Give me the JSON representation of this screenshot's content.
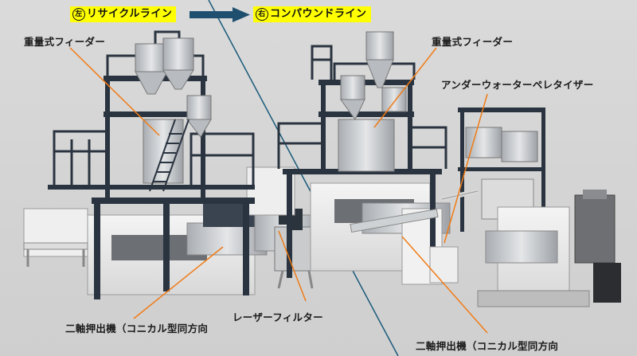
{
  "header": {
    "left_line": {
      "marker": "左",
      "text": "リサイクルライン"
    },
    "right_line": {
      "marker": "右",
      "text": "コンパウンドライン"
    }
  },
  "callouts": [
    {
      "id": "left-feeder",
      "text": "重量式フィーダー"
    },
    {
      "id": "right-feeder",
      "text": "重量式フィーダー"
    },
    {
      "id": "pelletizer",
      "text": "アンダーウォーターペレタイザー"
    },
    {
      "id": "laser-filter",
      "text": "レーザーフィルター"
    },
    {
      "id": "left-extruder",
      "text": "二軸押出機（コニカル型同方向"
    },
    {
      "id": "right-extruder",
      "text": "二軸押出機（コニカル型同方向"
    }
  ],
  "colors": {
    "highlight": "#ffff00",
    "leader": "#f07b16",
    "divider": "#1a5a7a",
    "frame": "#2a3440",
    "machine": "#e8e8e8"
  }
}
